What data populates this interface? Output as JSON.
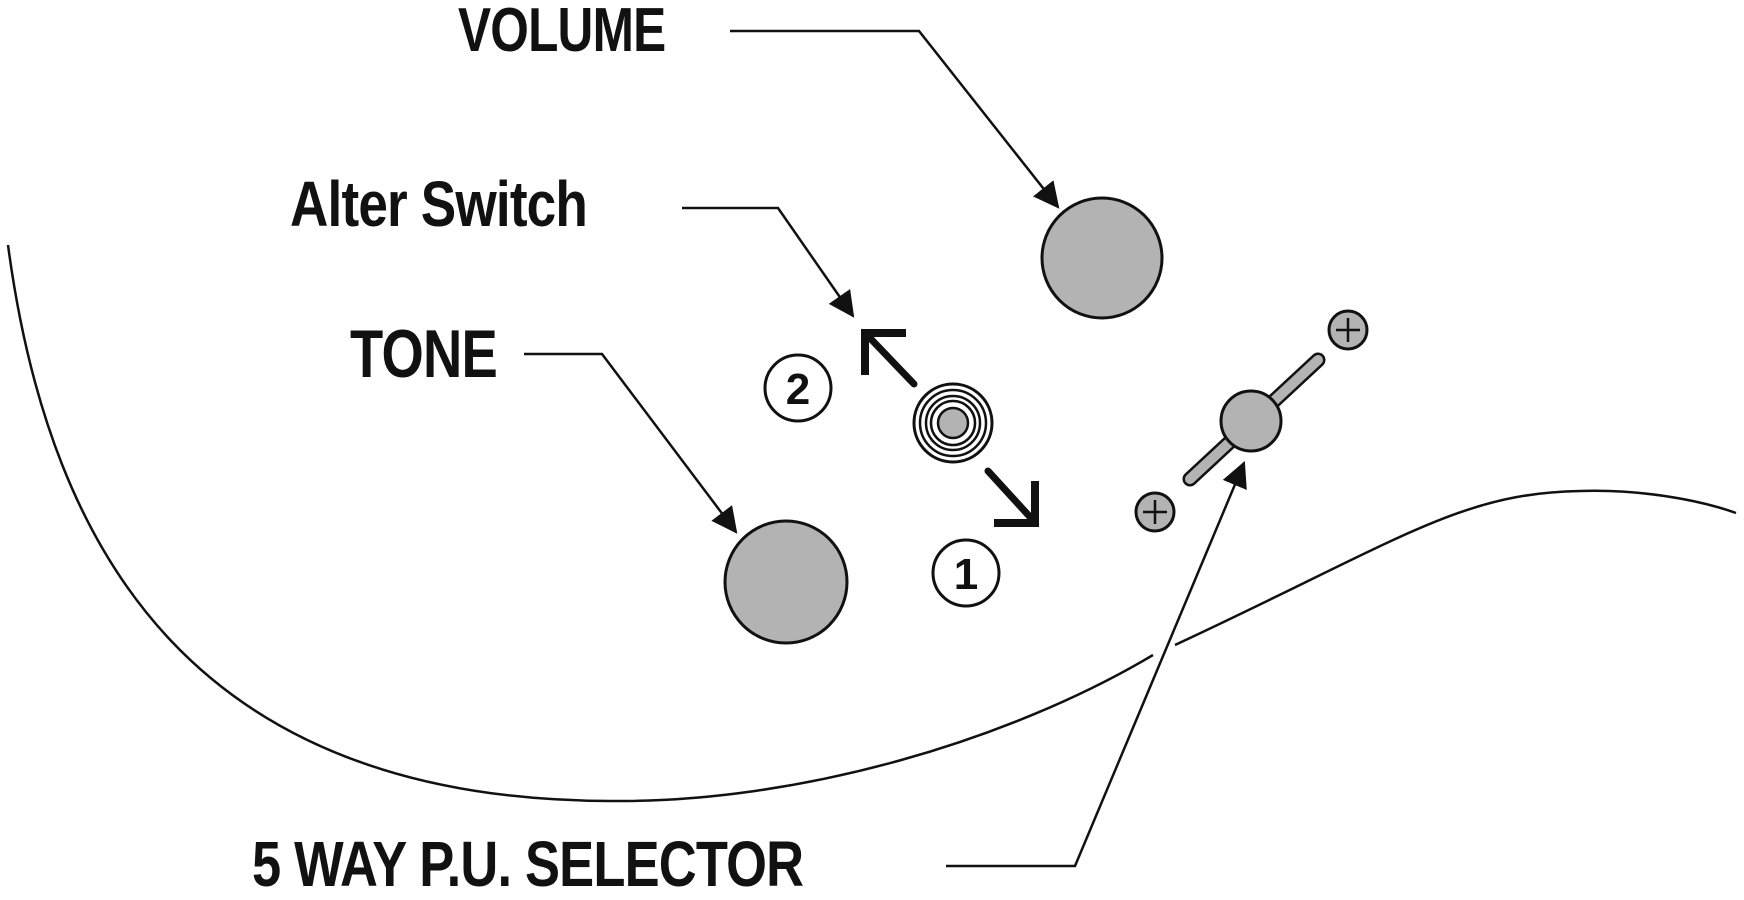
{
  "labels": {
    "volume": "VOLUME",
    "alter_switch": "Alter Switch",
    "tone": "TONE",
    "selector": "5 WAY P.U. SELECTOR"
  },
  "switch_positions": {
    "position_1": "1",
    "position_2": "2"
  },
  "colors": {
    "knob_fill": "#b3b3b3",
    "line": "#111111",
    "background": "#ffffff"
  }
}
